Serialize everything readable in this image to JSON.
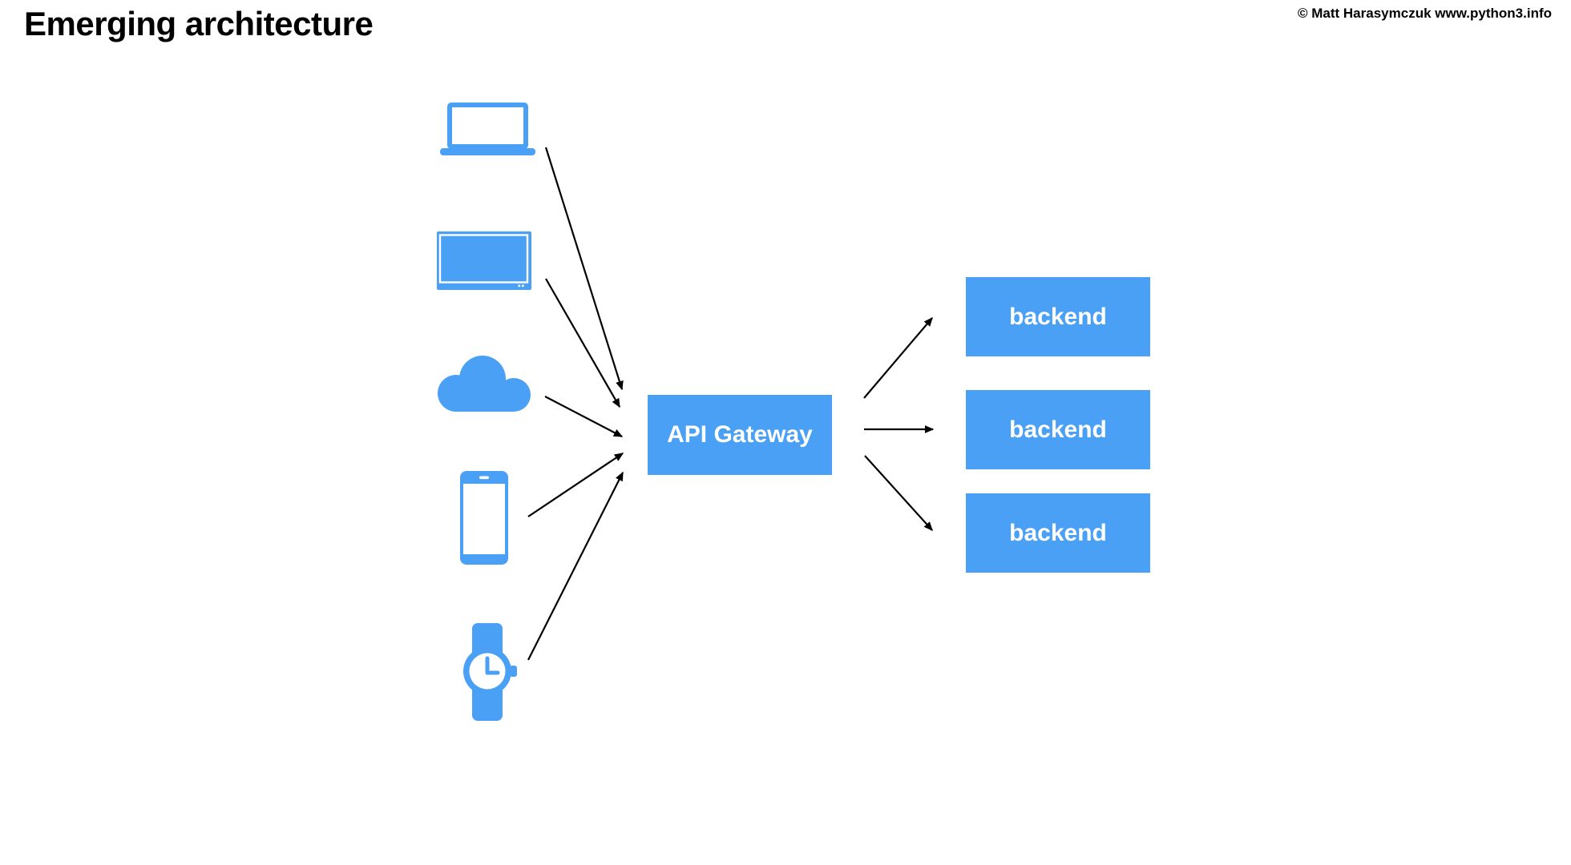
{
  "header": {
    "title": "Emerging architecture",
    "copyright": "© Matt Harasymczuk www.python3.info"
  },
  "colors": {
    "accent_blue": "#4AA0F5",
    "arrow_black": "#000000",
    "box_label_white": "#FFFFFF",
    "background": "#FFFFFF"
  },
  "diagram": {
    "clients": [
      {
        "name": "laptop",
        "icon": "laptop-icon"
      },
      {
        "name": "tv",
        "icon": "tv-icon"
      },
      {
        "name": "cloud",
        "icon": "cloud-icon"
      },
      {
        "name": "smartphone",
        "icon": "smartphone-icon"
      },
      {
        "name": "smartwatch",
        "icon": "smartwatch-icon"
      }
    ],
    "gateway": {
      "label": "API Gateway"
    },
    "backends": [
      {
        "label": "backend"
      },
      {
        "label": "backend"
      },
      {
        "label": "backend"
      }
    ],
    "edges": [
      {
        "from": "laptop",
        "to": "api-gateway"
      },
      {
        "from": "tv",
        "to": "api-gateway"
      },
      {
        "from": "cloud",
        "to": "api-gateway"
      },
      {
        "from": "smartphone",
        "to": "api-gateway"
      },
      {
        "from": "smartwatch",
        "to": "api-gateway"
      },
      {
        "from": "api-gateway",
        "to": "backend-1"
      },
      {
        "from": "api-gateway",
        "to": "backend-2"
      },
      {
        "from": "api-gateway",
        "to": "backend-3"
      }
    ]
  }
}
